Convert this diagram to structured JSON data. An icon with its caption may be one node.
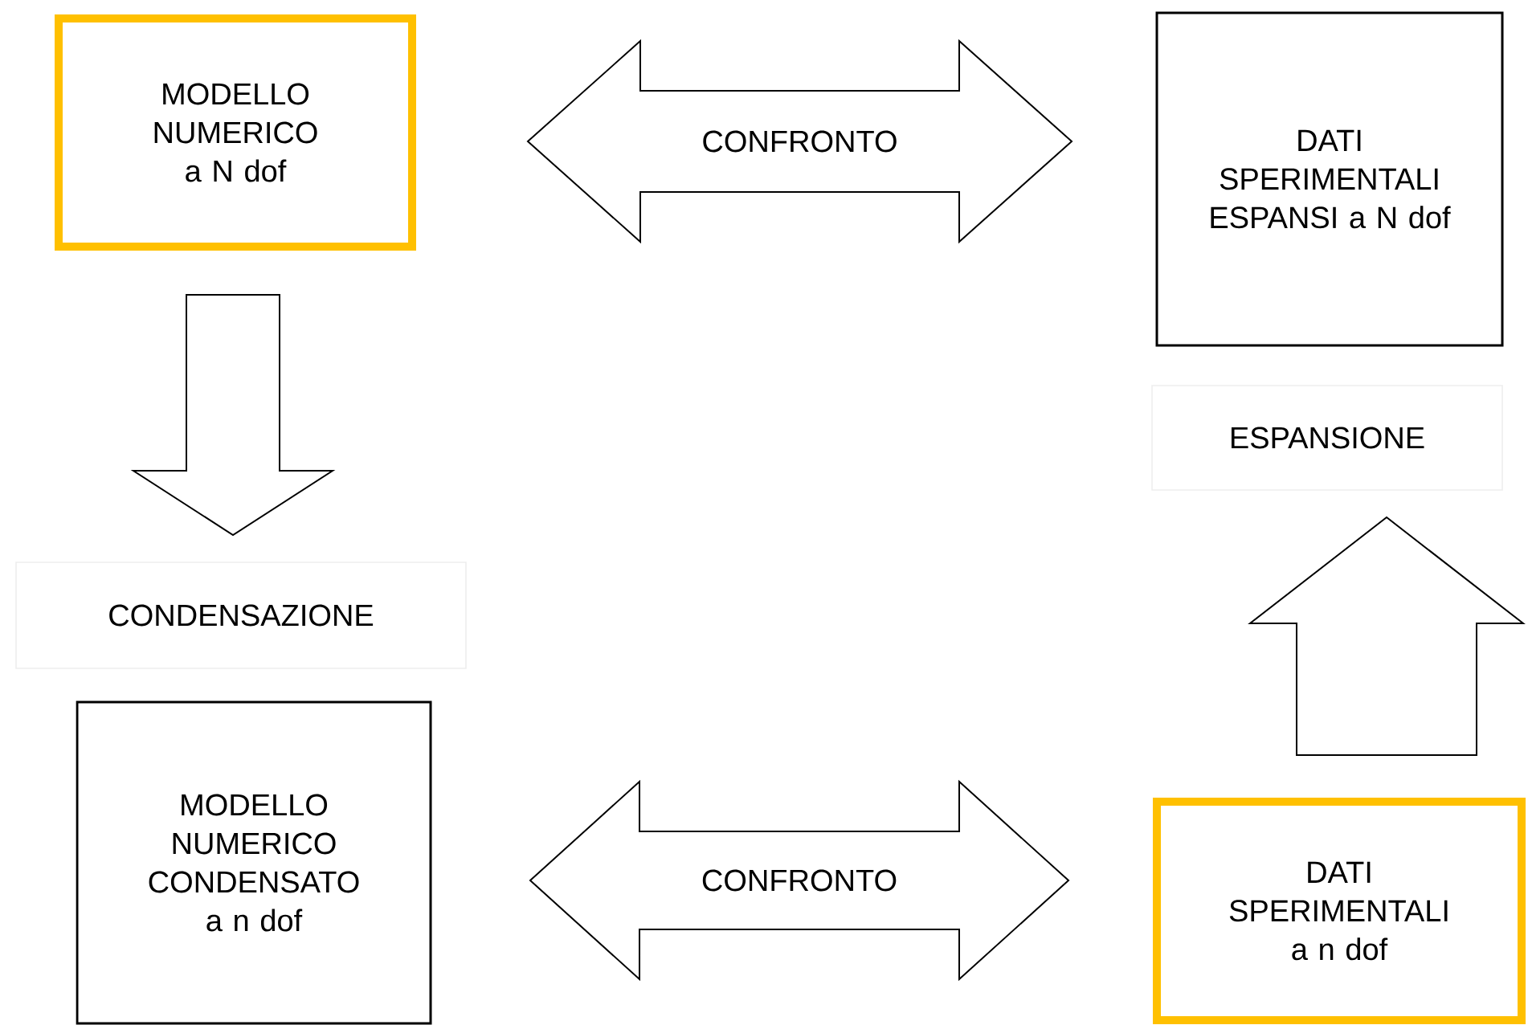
{
  "diagram": {
    "nodes": [
      {
        "text": [
          "MODELLO NUMERICO a N dof"
        ]
      },
      {
        "text": [
          "DATI SPERIMENTALI ESPANSI a N dof"
        ]
      },
      {
        "text": [
          "CONDENSAZIONE"
        ]
      },
      {
        "text": [
          "MODELLO NUMERICO CONDENSATO a n dof"
        ]
      },
      {
        "text": [
          "ESPANSIONE"
        ]
      },
      {
        "text": [
          "DATI SPERIMENTALI a n dof"
        ]
      }
    ],
    "edges": [
      {
        "from": 0,
        "to": 1,
        "arrow": "both",
        "label": "CONFRONTO"
      },
      {
        "from": 0,
        "to": 2,
        "arrow": "to"
      },
      {
        "from": 3,
        "to": 5,
        "arrow": "both",
        "label": "CONFRONTO"
      },
      {
        "from": 5,
        "to": 4,
        "arrow": "to"
      }
    ]
  }
}
